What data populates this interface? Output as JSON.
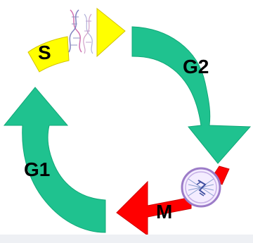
{
  "diagram": {
    "phases": [
      {
        "id": "S",
        "label": "S",
        "color": "#ffff00"
      },
      {
        "id": "G2",
        "label": "G2",
        "color": "#1fc28f"
      },
      {
        "id": "M",
        "label": "M",
        "color": "#ff0000"
      },
      {
        "id": "G1",
        "label": "G1",
        "color": "#1fc28f"
      }
    ]
  }
}
